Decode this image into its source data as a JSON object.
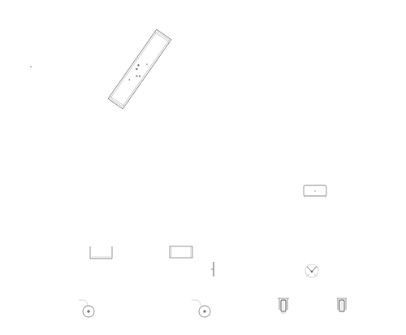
{
  "drawing": {
    "background": "#ffffff",
    "line_color": "#8a8a8a",
    "accent_line_color": "#555555",
    "views": [
      "rotated-plan-view",
      "small-frame-view",
      "front-elevation-left",
      "front-elevation-middle",
      "side-bracket-view",
      "caster-detail-view",
      "wheel-side-view-left",
      "wheel-side-view-middle",
      "wheel-front-view-right",
      "wheel-front-view-far-right"
    ]
  }
}
